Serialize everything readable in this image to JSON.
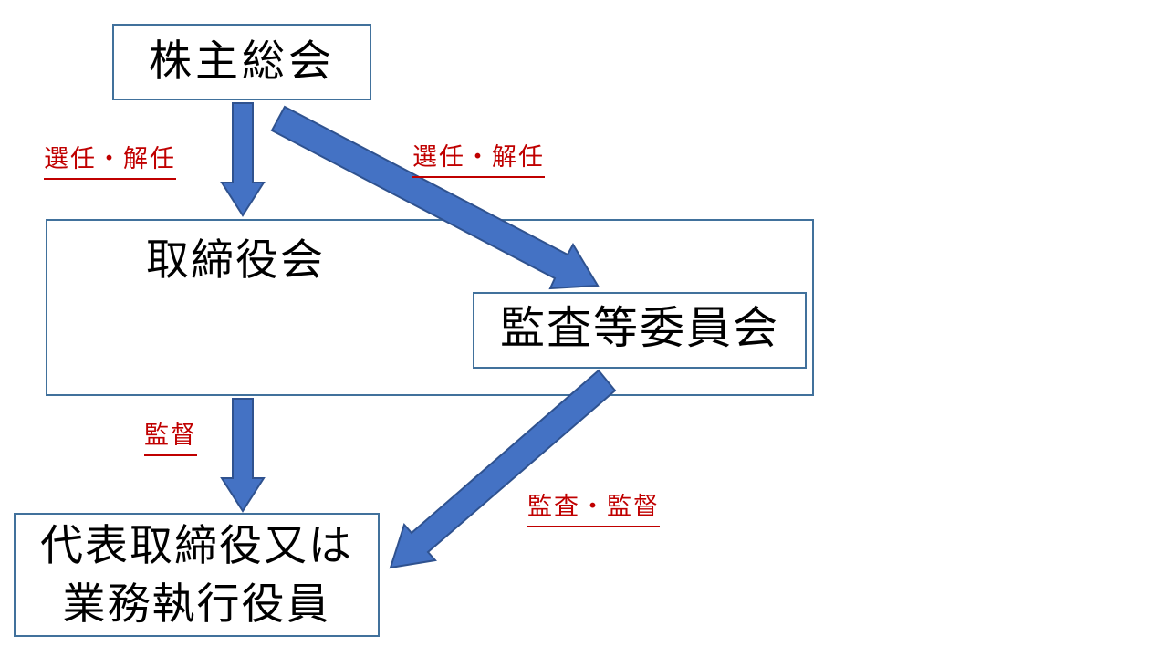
{
  "diagram": {
    "type": "org-governance-flowchart",
    "language": "ja",
    "background": "#FFFFFF",
    "nodes": {
      "shareholders": {
        "label": "株主総会"
      },
      "board": {
        "label": "取締役会"
      },
      "audit_committee": {
        "label": "監査等委員会"
      },
      "executives": {
        "line1": "代表取締役又は",
        "line2": "業務執行役員"
      }
    },
    "edges": [
      {
        "from": "株主総会",
        "to": "取締役会",
        "label": "選任・解任",
        "shape": "vertical-block-arrow"
      },
      {
        "from": "株主総会",
        "to": "監査等委員会",
        "label": "選任・解任",
        "shape": "diagonal-block-arrow"
      },
      {
        "from": "取締役会",
        "to": "代表取締役又は業務執行役員",
        "label": "監督",
        "shape": "vertical-block-arrow"
      },
      {
        "from": "監査等委員会",
        "to": "代表取締役又は業務執行役員",
        "label": "監査・監督",
        "shape": "diagonal-block-arrow"
      }
    ],
    "colors": {
      "arrow_fill": "#4472C4",
      "arrow_outline": "#2F528F",
      "box_border": "#41719C",
      "box_fill": "#FFFFFF",
      "edge_label_text": "#C00000",
      "node_text": "#000000"
    }
  }
}
